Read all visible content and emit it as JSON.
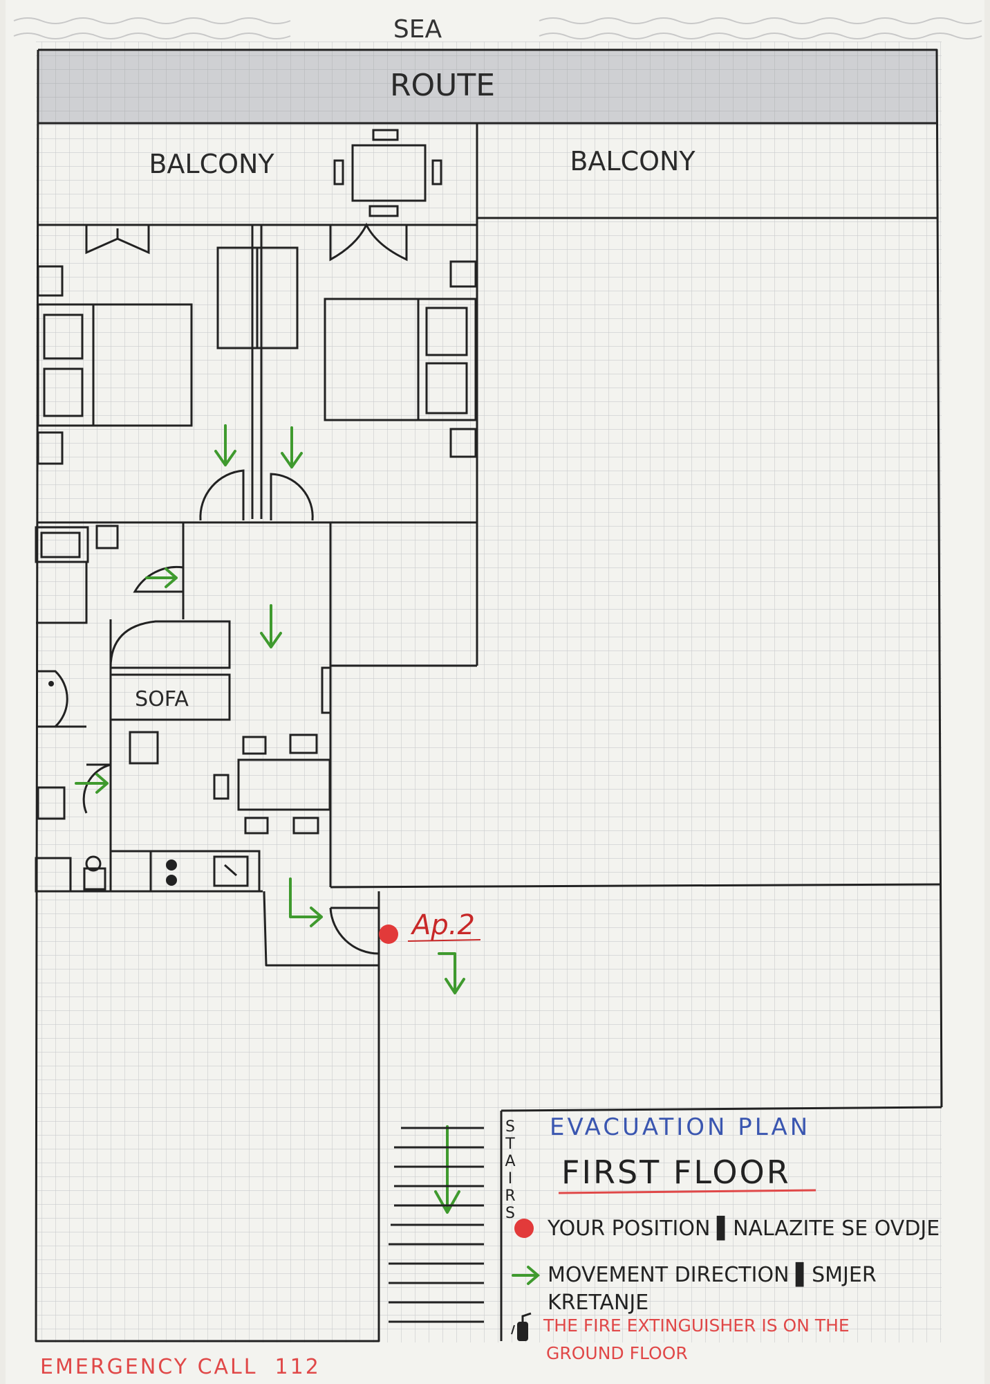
{
  "labels": {
    "sea": "SEA",
    "route": "ROUTE",
    "balcony_left": "BALCONY",
    "balcony_right": "BALCONY",
    "sofa": "SOFA",
    "apartment": "Ap.2",
    "stairs_letters": [
      "S",
      "T",
      "A",
      "I",
      "R",
      "S"
    ]
  },
  "legend": {
    "title": "EVACUATION PLAN",
    "floor": "FIRST FLOOR",
    "position_text": "YOUR POSITION ▌NALAZITE SE OVDJE",
    "movement_line1": "MOVEMENT DIRECTION ▌SMJER",
    "movement_line2": "KRETANJE",
    "extinguisher_line1": "THE FIRE EXTINGUISHER IS ON THE",
    "extinguisher_line2": "GROUND FLOOR"
  },
  "footer": {
    "emergency": "EMERGENCY CALL  112"
  },
  "colors": {
    "paper": "#f3f3ef",
    "grid": "#c9cbcd",
    "ink": "#222222",
    "arrow_green": "#3f9a2e",
    "position_red": "#e23a3a",
    "title_blue": "#3a56b0",
    "warning_red": "#e04848",
    "route_fill": "#cfd0d3"
  }
}
